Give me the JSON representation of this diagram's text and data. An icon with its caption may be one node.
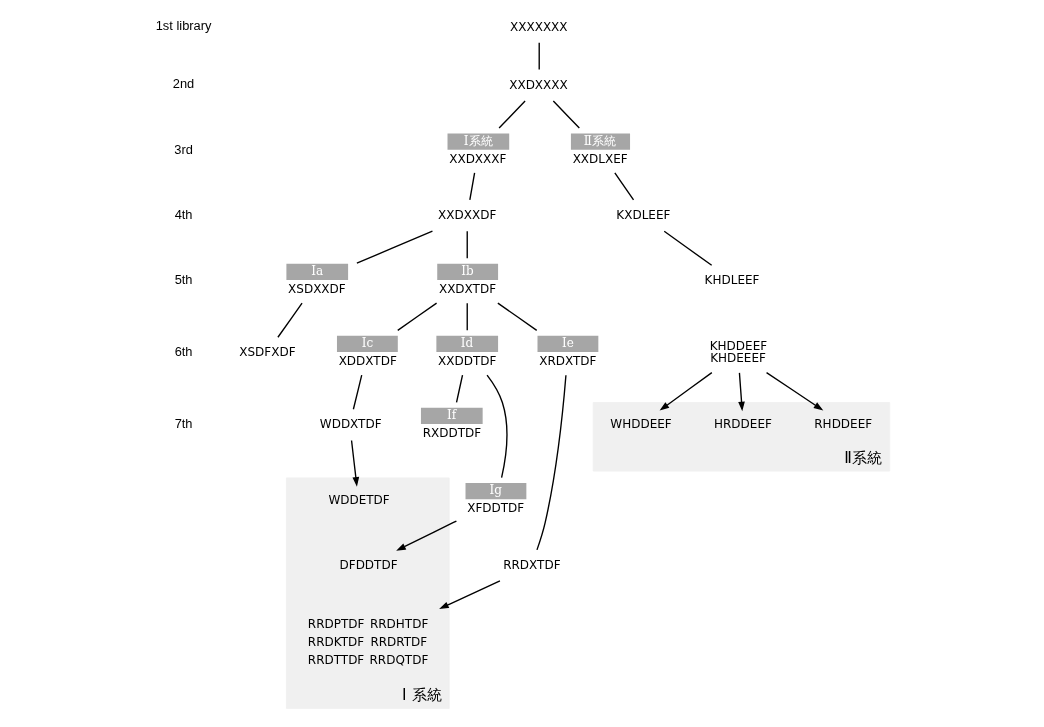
{
  "diagram": {
    "nodes": [
      {
        "text": [
          "XXXXXXX"
        ]
      },
      {
        "text": [
          "XXDXXXX"
        ]
      },
      {
        "text": [
          "Ⅰ系統",
          "XXDXXXF"
        ]
      },
      {
        "text": [
          "Ⅱ系統",
          "XXDLXEF"
        ]
      },
      {
        "text": [
          "XXDXXDF"
        ]
      },
      {
        "text": [
          "KXDLEEF"
        ]
      },
      {
        "text": [
          "Ia",
          "XSDXXDF"
        ]
      },
      {
        "text": [
          "Ib",
          "XXDXTDF"
        ]
      },
      {
        "text": [
          "KHDLEEF"
        ]
      },
      {
        "text": [
          "KHDDEEF",
          "KHDEEEF"
        ]
      },
      {
        "text": [
          "XSDFXDF"
        ]
      },
      {
        "text": [
          "Ic",
          "XDDXTDF"
        ]
      },
      {
        "text": [
          "Id",
          "XXDDTDF"
        ]
      },
      {
        "text": [
          "Ie",
          "XRDXTDF"
        ]
      },
      {
        "text": [
          "WDDXTDF"
        ]
      },
      {
        "text": [
          "If",
          "RXDDTDF"
        ]
      },
      {
        "text": [
          "Ig",
          "XFDDTDF"
        ]
      },
      {
        "text": [
          "RRDXTDF"
        ]
      },
      {
        "text": [
          "Ⅱ系統"
        ]
      },
      {
        "text": [
          "WHDDEEF"
        ],
        "in": 18
      },
      {
        "text": [
          "HRDDEEF"
        ],
        "in": 18
      },
      {
        "text": [
          "RHDDEEF"
        ],
        "in": 18
      },
      {
        "text": [
          "Ⅰ 系統"
        ]
      },
      {
        "text": [
          "WDDETDF"
        ],
        "in": 22
      },
      {
        "text": [
          "DFDDTDF"
        ],
        "in": 22
      },
      {
        "text": [
          "RRDPTDF",
          "RRDHTDF",
          "RRDKTDF",
          "RRDRTDF",
          "RRDTTDF",
          "RRDQTDF"
        ],
        "in": 22
      }
    ],
    "edges": [
      {
        "from": 0,
        "to": 1,
        "arrow": "none"
      },
      {
        "from": 1,
        "to": 2,
        "arrow": "none"
      },
      {
        "from": 1,
        "to": 3,
        "arrow": "none"
      },
      {
        "from": 2,
        "to": 4,
        "arrow": "none"
      },
      {
        "from": 3,
        "to": 5,
        "arrow": "none"
      },
      {
        "from": 4,
        "to": 6,
        "arrow": "none"
      },
      {
        "from": 4,
        "to": 7,
        "arrow": "none"
      },
      {
        "from": 5,
        "to": 8,
        "arrow": "none"
      },
      {
        "from": 6,
        "to": 10,
        "arrow": "none"
      },
      {
        "from": 7,
        "to": 11,
        "arrow": "none"
      },
      {
        "from": 7,
        "to": 12,
        "arrow": "none"
      },
      {
        "from": 7,
        "to": 13,
        "arrow": "none"
      },
      {
        "from": 11,
        "to": 14,
        "arrow": "none"
      },
      {
        "from": 12,
        "to": 15,
        "arrow": "none"
      },
      {
        "from": 12,
        "to": 16,
        "arrow": "none"
      },
      {
        "from": 13,
        "to": 17,
        "arrow": "none"
      },
      {
        "from": 9,
        "to": 19,
        "arrow": "to"
      },
      {
        "from": 9,
        "to": 20,
        "arrow": "to"
      },
      {
        "from": 9,
        "to": 21,
        "arrow": "to"
      },
      {
        "from": 14,
        "to": 23,
        "arrow": "to"
      },
      {
        "from": 16,
        "to": 24,
        "arrow": "to"
      },
      {
        "from": 17,
        "to": 25,
        "arrow": "to"
      }
    ],
    "labels": [
      "1st library",
      "2nd",
      "3rd",
      "4th",
      "5th",
      "6th",
      "7th"
    ]
  }
}
